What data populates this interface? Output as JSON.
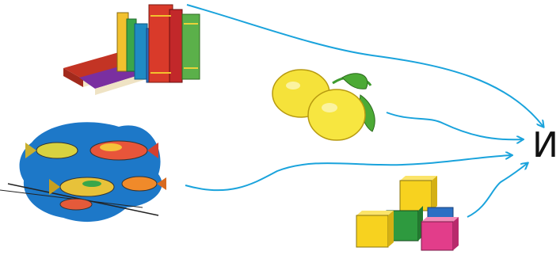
{
  "target_letter": "И",
  "items": [
    {
      "name": "books",
      "icon": "books-icon"
    },
    {
      "name": "lemons",
      "icon": "lemons-icon"
    },
    {
      "name": "fish",
      "icon": "fish-icon"
    },
    {
      "name": "cubes",
      "icon": "cubes-icon"
    }
  ],
  "colors": {
    "arrow": "#1aa3dc",
    "book_red": "#d93a2a",
    "book_green": "#3aa64a",
    "book_blue": "#2b6fc4",
    "book_yellow": "#f2c12e",
    "lemon": "#f5e23a",
    "leaf": "#3f9b2f",
    "water": "#1d78c8",
    "cube_yellow": "#f7d21f",
    "cube_green": "#2e9a3f",
    "cube_pink": "#e23d8a"
  }
}
